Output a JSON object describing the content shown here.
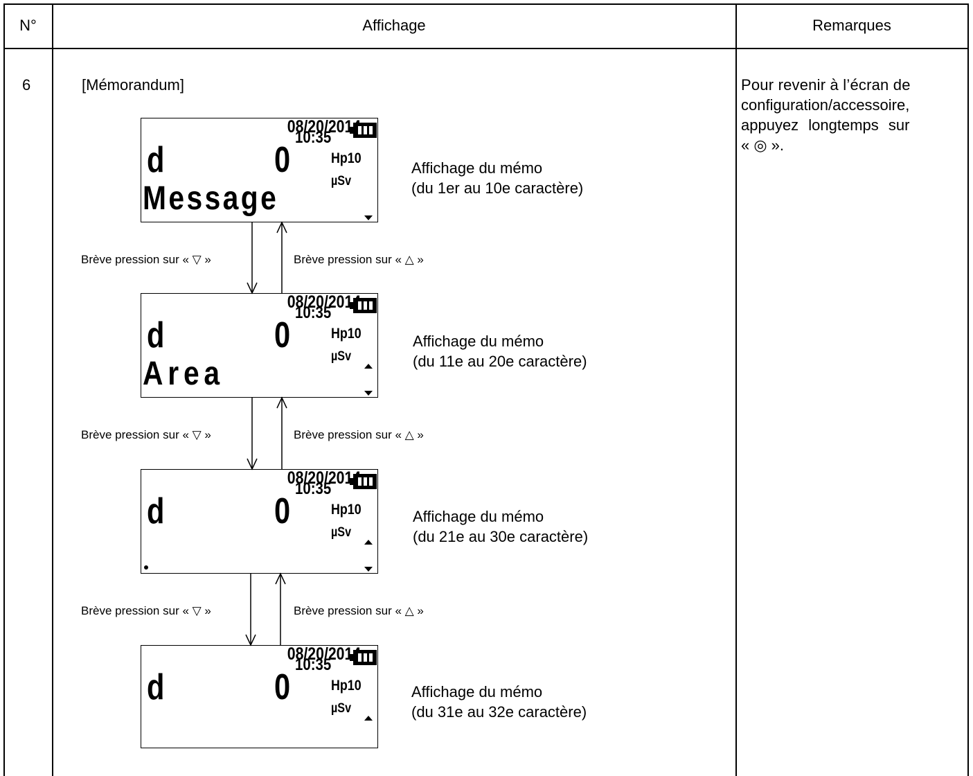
{
  "table": {
    "headers": {
      "num": "N°",
      "display": "Affichage",
      "remarks": "Remarques"
    },
    "row": {
      "num": "6",
      "title": "[Mémorandum]",
      "remarks": [
        "Pour revenir à l’écran de",
        "configuration/accessoire,",
        "appuyez longtemps sur",
        "« ◎ »."
      ]
    }
  },
  "screens": [
    {
      "date": "08/20/2014",
      "time": "10:35",
      "big_left": "d",
      "big_right": "0",
      "unit1": "Hp10",
      "unit2": "µSv",
      "memo": "Message",
      "caption1": "Affichage du mémo",
      "caption2": "(du 1er au 10e caractère)"
    },
    {
      "date": "08/20/2014",
      "time": "10:35",
      "big_left": "d",
      "big_right": "0",
      "unit1": "Hp10",
      "unit2": "µSv",
      "memo": "Area",
      "caption1": "Affichage du mémo",
      "caption2": "(du 11e au 20e caractère)"
    },
    {
      "date": "08/20/2014",
      "time": "10:35",
      "big_left": "d",
      "big_right": "0",
      "unit1": "Hp10",
      "unit2": "µSv",
      "memo": "",
      "caption1": "Affichage du mémo",
      "caption2": "(du 21e au 30e caractère)"
    },
    {
      "date": "08/20/2014",
      "time": "10:35",
      "big_left": "d",
      "big_right": "0",
      "unit1": "Hp10",
      "unit2": "µSv",
      "memo": "",
      "caption1": "Affichage du mémo",
      "caption2": "(du 31e au 32e caractère)"
    }
  ],
  "transitions": {
    "down": "Brève pression sur « ▽ »",
    "up": "Brève pression sur « △ »"
  }
}
